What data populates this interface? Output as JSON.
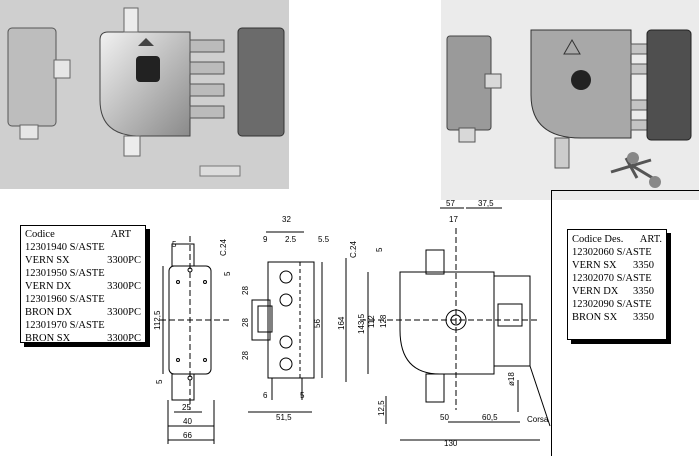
{
  "left_table": {
    "header": {
      "code": "Codice",
      "art": "ART"
    },
    "rows": [
      {
        "code": "12301940 S/ASTE",
        "desc": "VERN SX",
        "art": "3300PC"
      },
      {
        "code": "12301950 S/ASTE",
        "desc": "VERN DX",
        "art": "3300PC"
      },
      {
        "code": "12301960 S/ASTE",
        "desc": "BRON DX",
        "art": "3300PC"
      },
      {
        "code": "12301970 S/ASTE",
        "desc": "BRON SX",
        "art": "3300PC"
      }
    ]
  },
  "right_table": {
    "header": {
      "code": "Codice Des.",
      "art": "ART."
    },
    "rows": [
      {
        "code": "12302060 S/ASTE",
        "desc": "VERN SX",
        "art": "3350"
      },
      {
        "code": "12302070 S/ASTE",
        "desc": "VERN DX",
        "art": "3350"
      },
      {
        "code": "12302090 S/ASTE",
        "desc": "BRON SX",
        "art": "3350"
      }
    ]
  },
  "dimensions": {
    "front": [
      "5",
      "C.24",
      "5",
      "112,5",
      "5",
      "25",
      "40",
      "66"
    ],
    "side": [
      "32",
      "9",
      "2.5",
      "5.5",
      "28",
      "28",
      "28",
      "56",
      "6",
      "5",
      "51,5"
    ],
    "back": [
      "57",
      "37,5",
      "17",
      "C.24",
      "5",
      "164",
      "143,5",
      "112",
      "128",
      "12,5",
      "50",
      "60,5",
      "130",
      "ø18",
      "Corsa"
    ]
  }
}
